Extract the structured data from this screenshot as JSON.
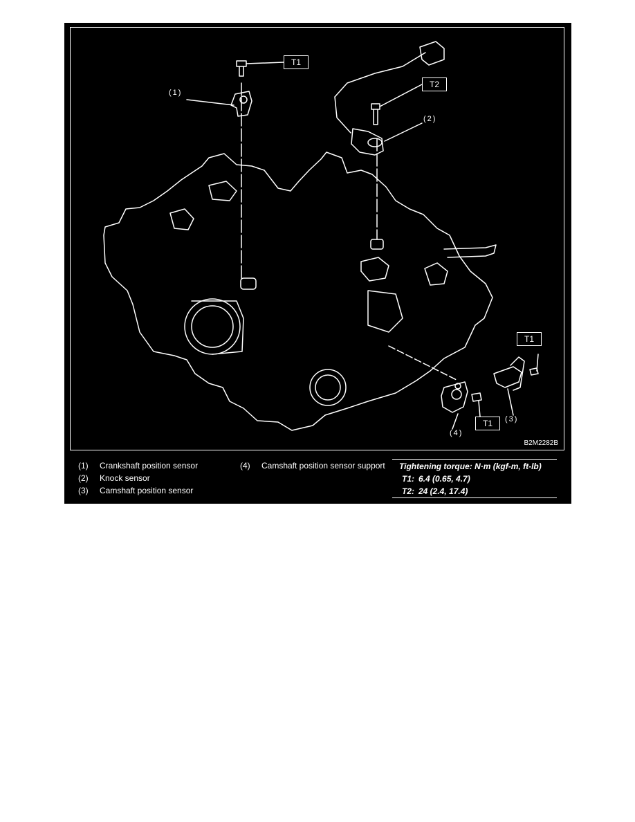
{
  "figure": {
    "code": "B2M2282B",
    "callouts": [
      "(1)",
      "(2)",
      "(3)",
      "(4)"
    ],
    "torque_tags": {
      "t1": "T1",
      "t2": "T2"
    }
  },
  "legend": {
    "items": [
      {
        "num": "(1)",
        "label": "Crankshaft position sensor"
      },
      {
        "num": "(2)",
        "label": "Knock sensor"
      },
      {
        "num": "(3)",
        "label": "Camshaft position sensor"
      },
      {
        "num": "(4)",
        "label": "Camshaft position sensor support"
      }
    ]
  },
  "torque": {
    "heading": "Tightening torque: N·m (kgf-m, ft-lb)",
    "rows": [
      {
        "label": "T1:",
        "value": "6.4 (0.65, 4.7)"
      },
      {
        "label": "T2:",
        "value": "24 (2.4, 17.4)"
      }
    ]
  }
}
